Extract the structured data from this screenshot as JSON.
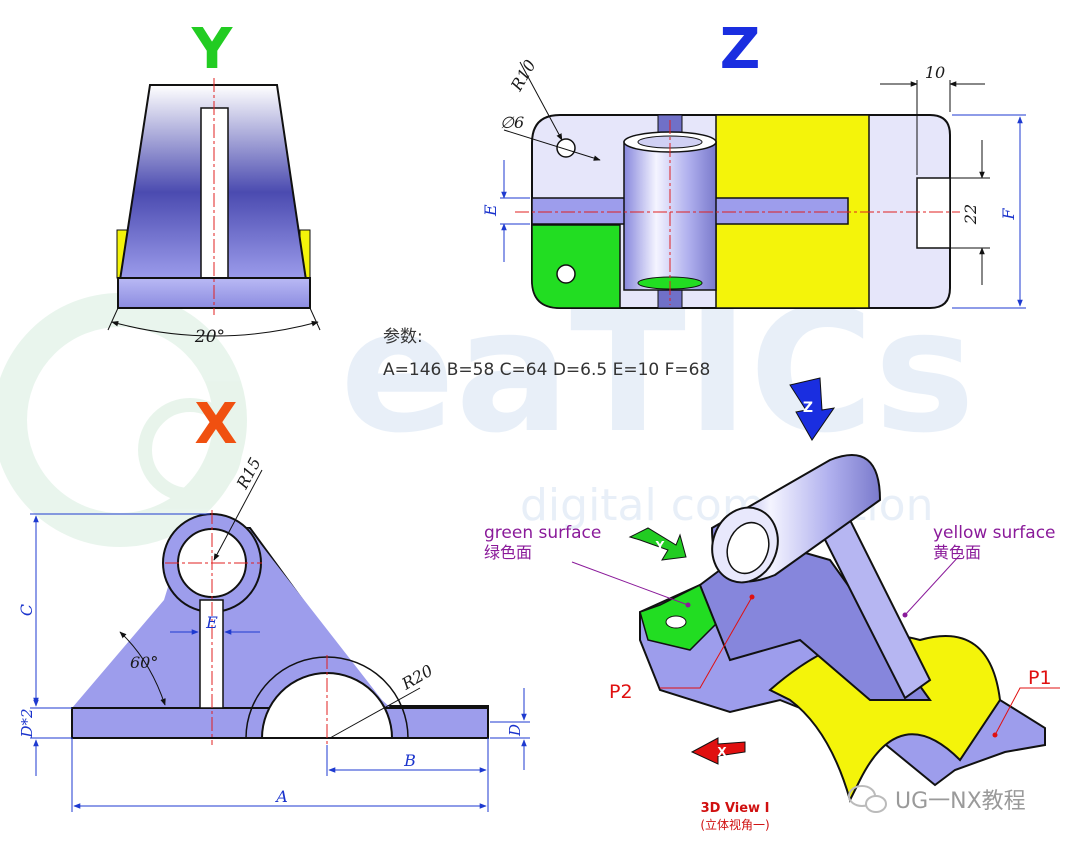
{
  "colors": {
    "part": "#9d9dec",
    "part_dark": "#3c3ca0",
    "outline": "#111111",
    "dim": "#1e3ad0",
    "center": "#e02020",
    "green": "#22dd22",
    "yellow": "#f4f40a",
    "label_purple": "#8a1a9a",
    "label_red": "#e01010",
    "letter_y": "#22cc22",
    "letter_z": "#1a2ee0",
    "letter_x": "#f05010"
  },
  "views": {
    "y": {
      "letter": "Y",
      "angle": "20°"
    },
    "z": {
      "letter": "Z",
      "r": "R10",
      "dia": "∅6",
      "d10": "10",
      "d22": "22",
      "e": "E",
      "f": "F"
    },
    "x": {
      "letter": "X",
      "r15": "R15",
      "r20": "R20",
      "e": "E",
      "c": "C",
      "d2": "D*2",
      "d": "D",
      "b": "B",
      "a": "A",
      "ang": "60°"
    }
  },
  "params": {
    "title": "参数:",
    "values": "A=146 B=58 C=64 D=6.5 E=10 F=68"
  },
  "iso": {
    "green_en": "green surface",
    "green_cn": "绿色面",
    "yellow_en": "yellow surface",
    "yellow_cn": "黄色面",
    "p1": "P1",
    "p2": "P2",
    "z_arrow": "Z",
    "y_arrow": "Y",
    "x_arrow": "X",
    "view_en": "3D View I",
    "view_cn": "(立体视角一)"
  },
  "watermark": {
    "brand": "UG一NX教程",
    "big": "eaTICs",
    "sub": "digital competition"
  }
}
